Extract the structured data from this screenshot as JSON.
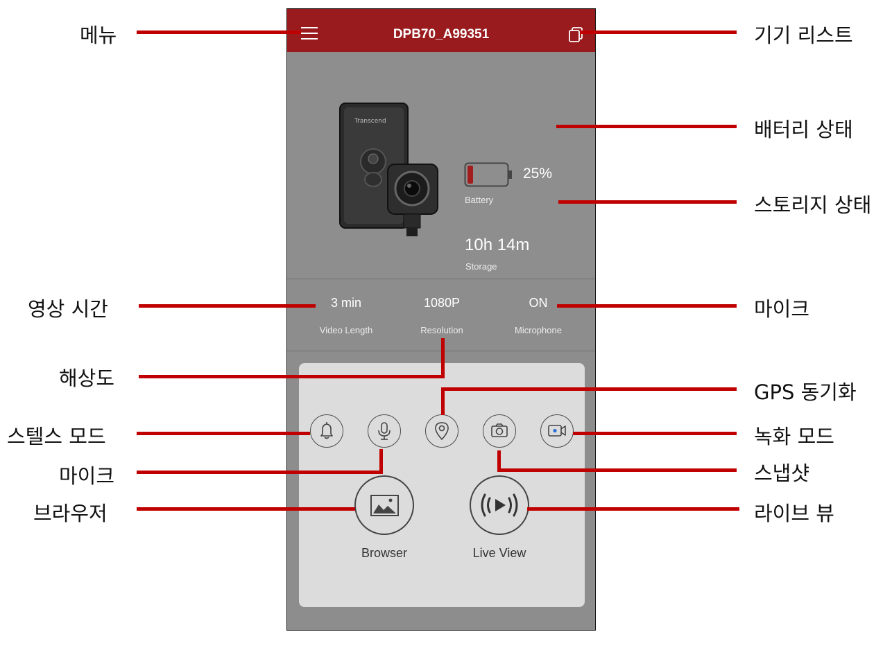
{
  "header": {
    "device_name": "DPB70_A99351"
  },
  "status": {
    "battery_value": "25%",
    "battery_label": "Battery",
    "battery_level": 0.25,
    "storage_value": "10h 14m",
    "storage_label": "Storage"
  },
  "specs": [
    {
      "value": "3 min",
      "label": "Video Length"
    },
    {
      "value": "1080P",
      "label": "Resolution"
    },
    {
      "value": "ON",
      "label": "Microphone"
    }
  ],
  "actions": {
    "browser_label": "Browser",
    "liveview_label": "Live View"
  },
  "callouts": {
    "menu": "메뉴",
    "device_list": "기기 리스트",
    "battery": "배터리 상태",
    "storage": "스토리지 상태",
    "video_length": "영상 시간",
    "microphone_top": "마이크",
    "resolution": "해상도",
    "gps": "GPS 동기화",
    "stealth": "스텔스 모드",
    "record": "녹화 모드",
    "mic_button": "마이크",
    "snapshot": "스냅샷",
    "browser": "브라우저",
    "liveview": "라이브 뷰"
  },
  "colors": {
    "header": "#991b1e",
    "callout_line": "#c00000",
    "battery_fill": "#a31c1e",
    "record_dot": "#2b6fd6"
  },
  "icons": [
    "menu-icon",
    "device-list-icon",
    "battery-icon",
    "bell-icon",
    "microphone-icon",
    "location-pin-icon",
    "camera-icon",
    "video-camera-icon",
    "image-icon",
    "live-play-icon"
  ]
}
